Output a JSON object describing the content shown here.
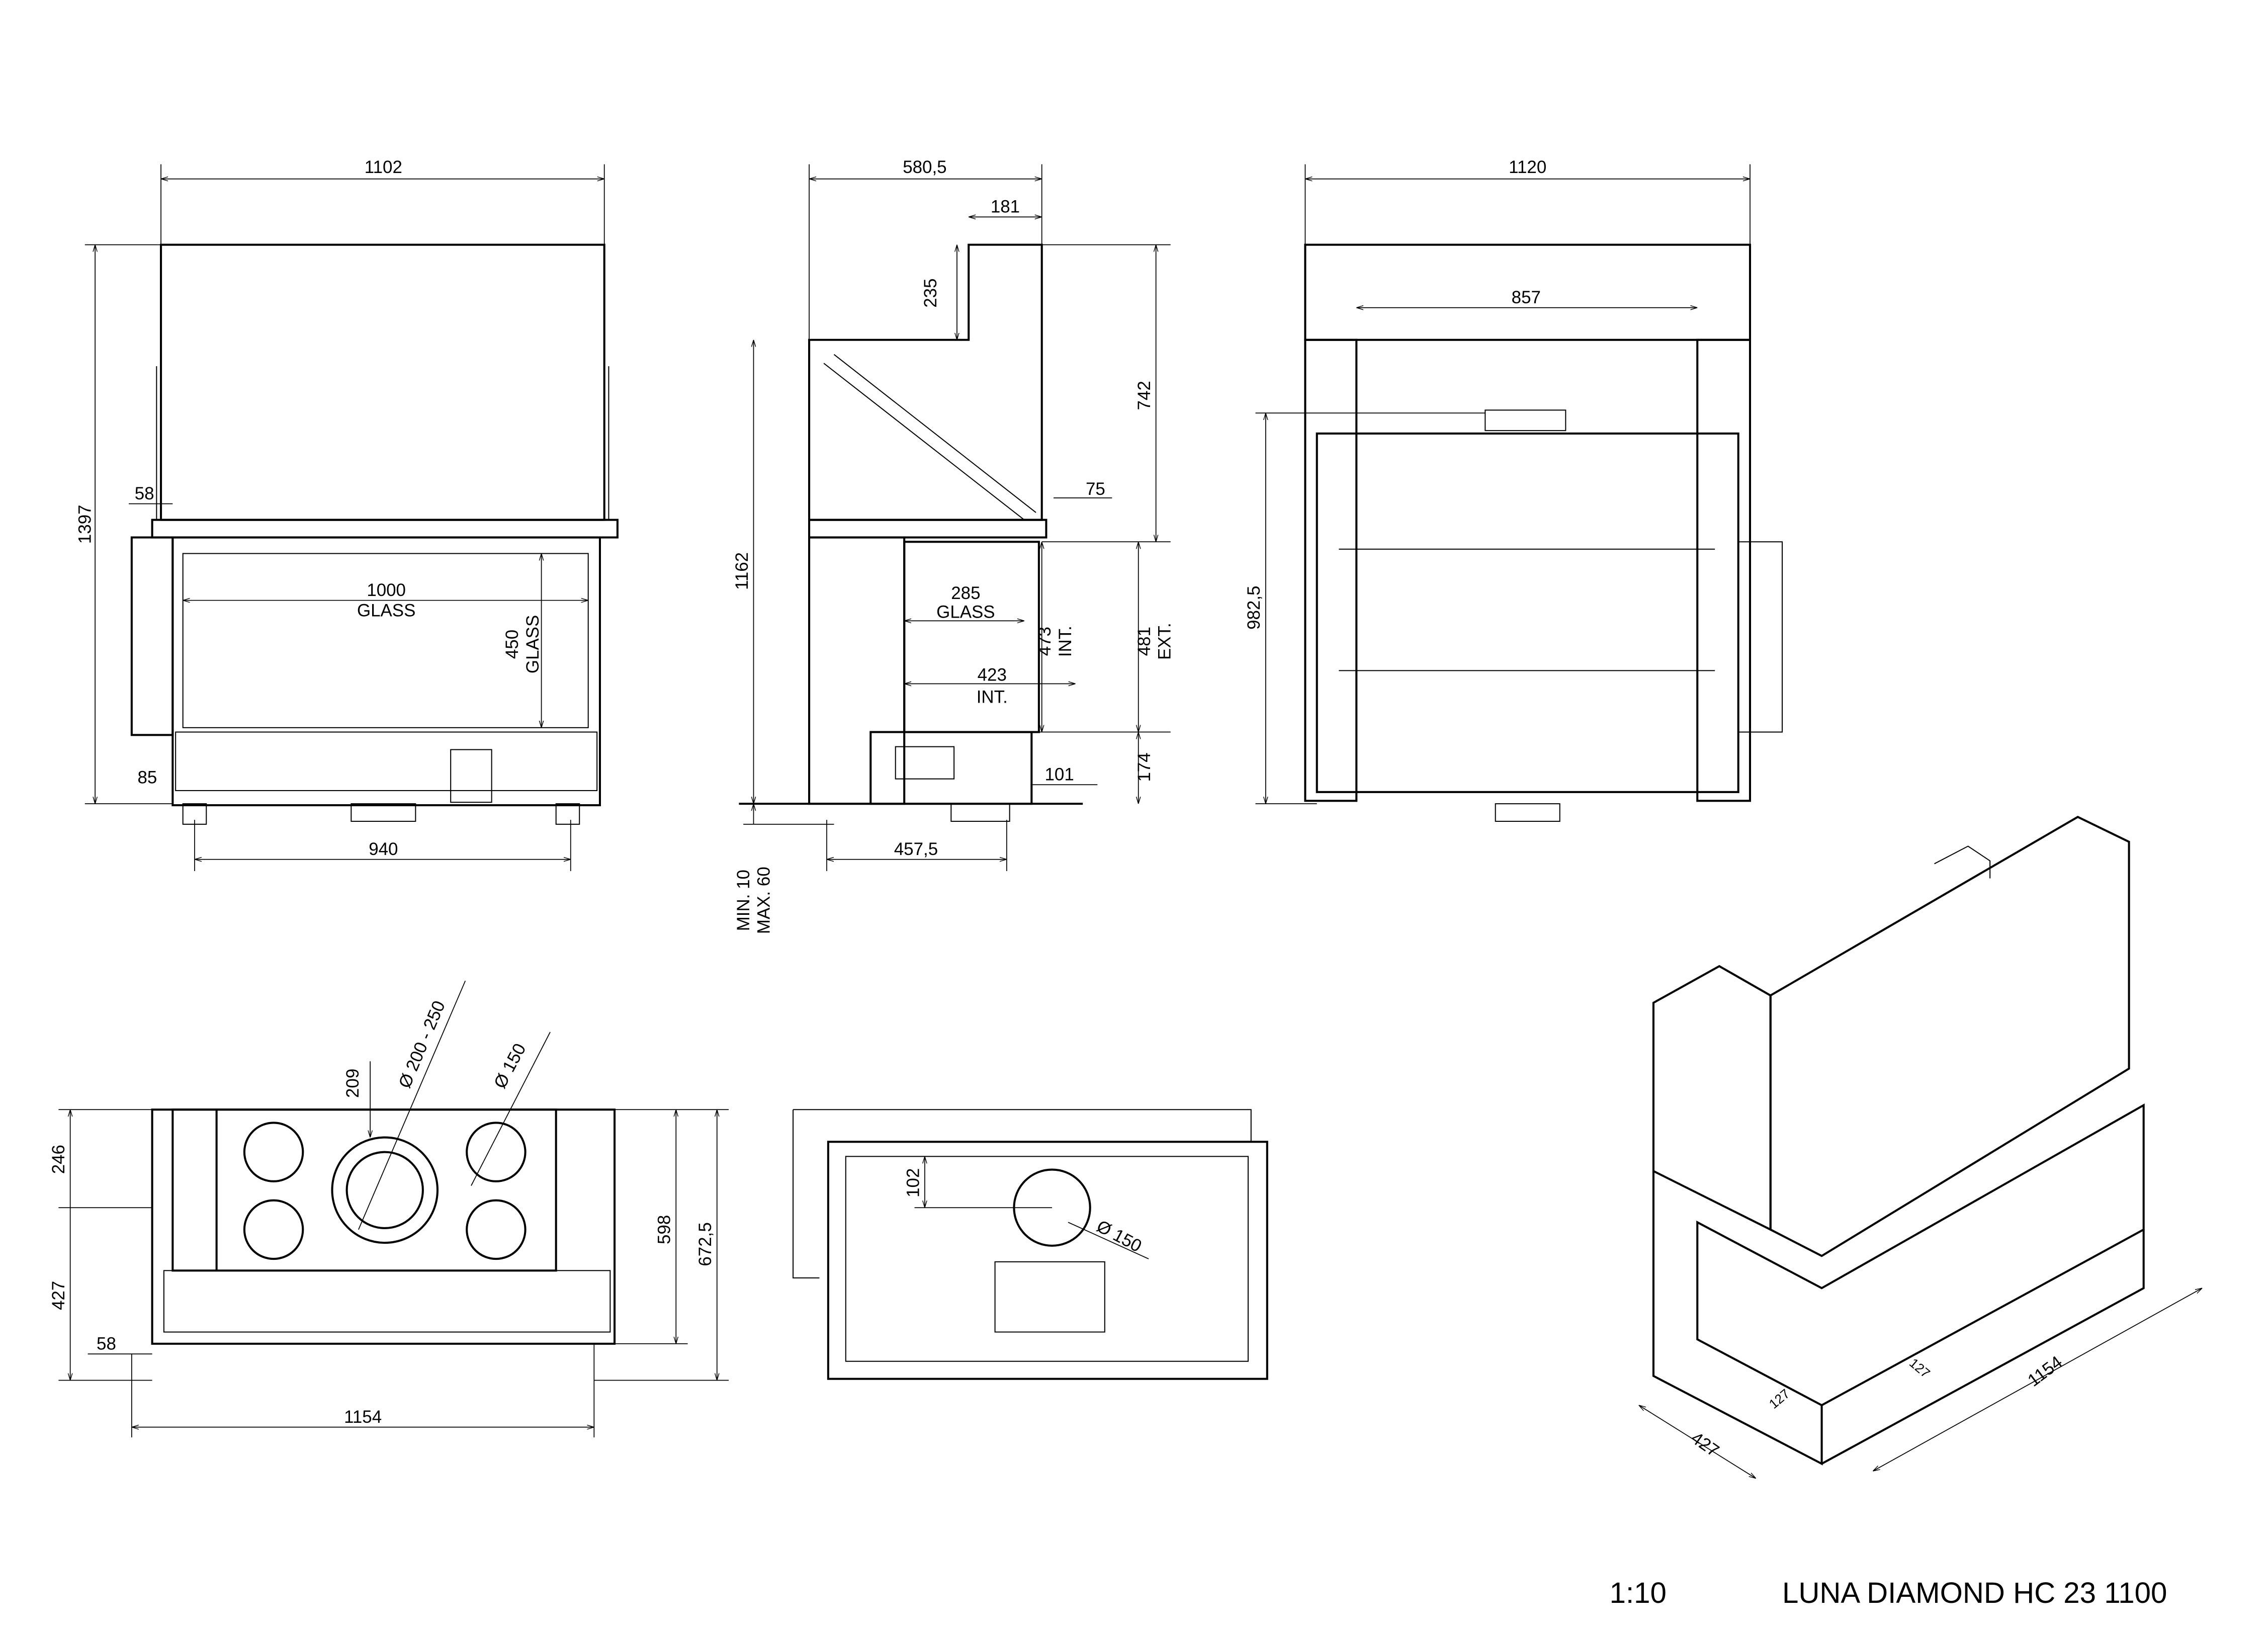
{
  "title": "LUNA DIAMOND HC 23 1100",
  "scale": "1:10",
  "front_view": {
    "width_top": "1102",
    "height_total": "1397",
    "side_offset": "58",
    "base_height": "85",
    "feet_spacing": "940",
    "glass_width": "1000",
    "glass_width_label": "GLASS",
    "glass_height": "450",
    "glass_height_label": "GLASS"
  },
  "side_view": {
    "depth_total": "580,5",
    "top_step": "181",
    "step_height": "235",
    "upper_height": "742",
    "flue_offset": "75",
    "body_height": "1162",
    "glass_width": "285",
    "glass_label": "GLASS",
    "int_width": "423",
    "int_label": "INT.",
    "int_height": "473",
    "int_height_label": "INT.",
    "ext_height": "481",
    "ext_label": "EXT.",
    "base_height": "174",
    "base_offset": "101",
    "feet_spacing": "457,5",
    "adjust_min": "MIN. 10",
    "adjust_max": "MAX. 60"
  },
  "rear_view": {
    "width": "1120",
    "inner_width": "857",
    "height": "982,5"
  },
  "top_view": {
    "flue_distance": "209",
    "flue_diameter": "Ø 200 - 250",
    "air_diameter": "Ø 150",
    "rear_depth": "246",
    "front_depth": "427",
    "side_offset": "58",
    "total_width": "1154",
    "depth": "598",
    "depth_total": "672,5"
  },
  "bottom_view": {
    "offset": "102",
    "air_diameter": "Ø 150"
  },
  "iso_view": {
    "width": "1154",
    "depth": "427",
    "frame_a": "127",
    "frame_b": "127"
  }
}
